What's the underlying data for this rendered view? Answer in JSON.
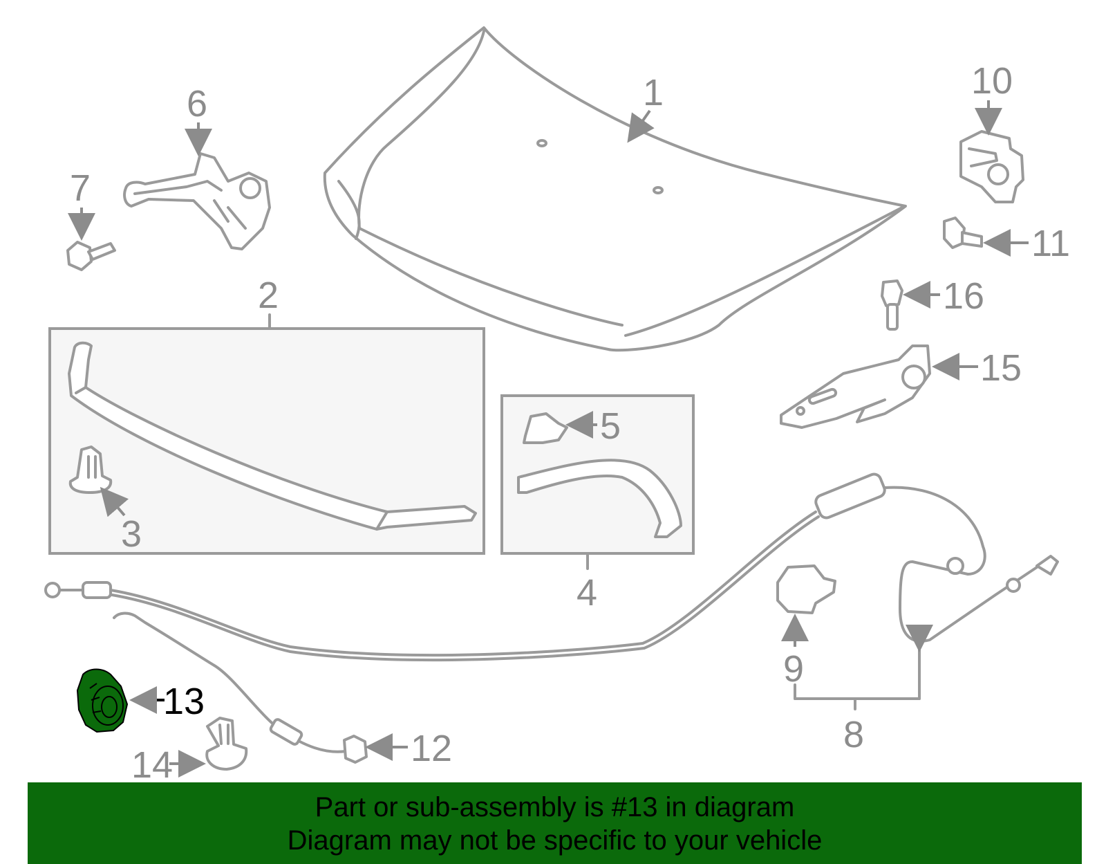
{
  "highlight_color": "#0b6a0b",
  "labels": {
    "p1": "1",
    "p2": "2",
    "p3": "3",
    "p4": "4",
    "p5": "5",
    "p6": "6",
    "p7": "7",
    "p8": "8",
    "p9": "9",
    "p10": "10",
    "p11": "11",
    "p12": "12",
    "p13": "13",
    "p14": "14",
    "p15": "15",
    "p16": "16"
  },
  "highlighted_part": "13",
  "footer": {
    "line1": "Part or sub-assembly is #13 in diagram",
    "line2": "Diagram may not be specific to your vehicle"
  }
}
